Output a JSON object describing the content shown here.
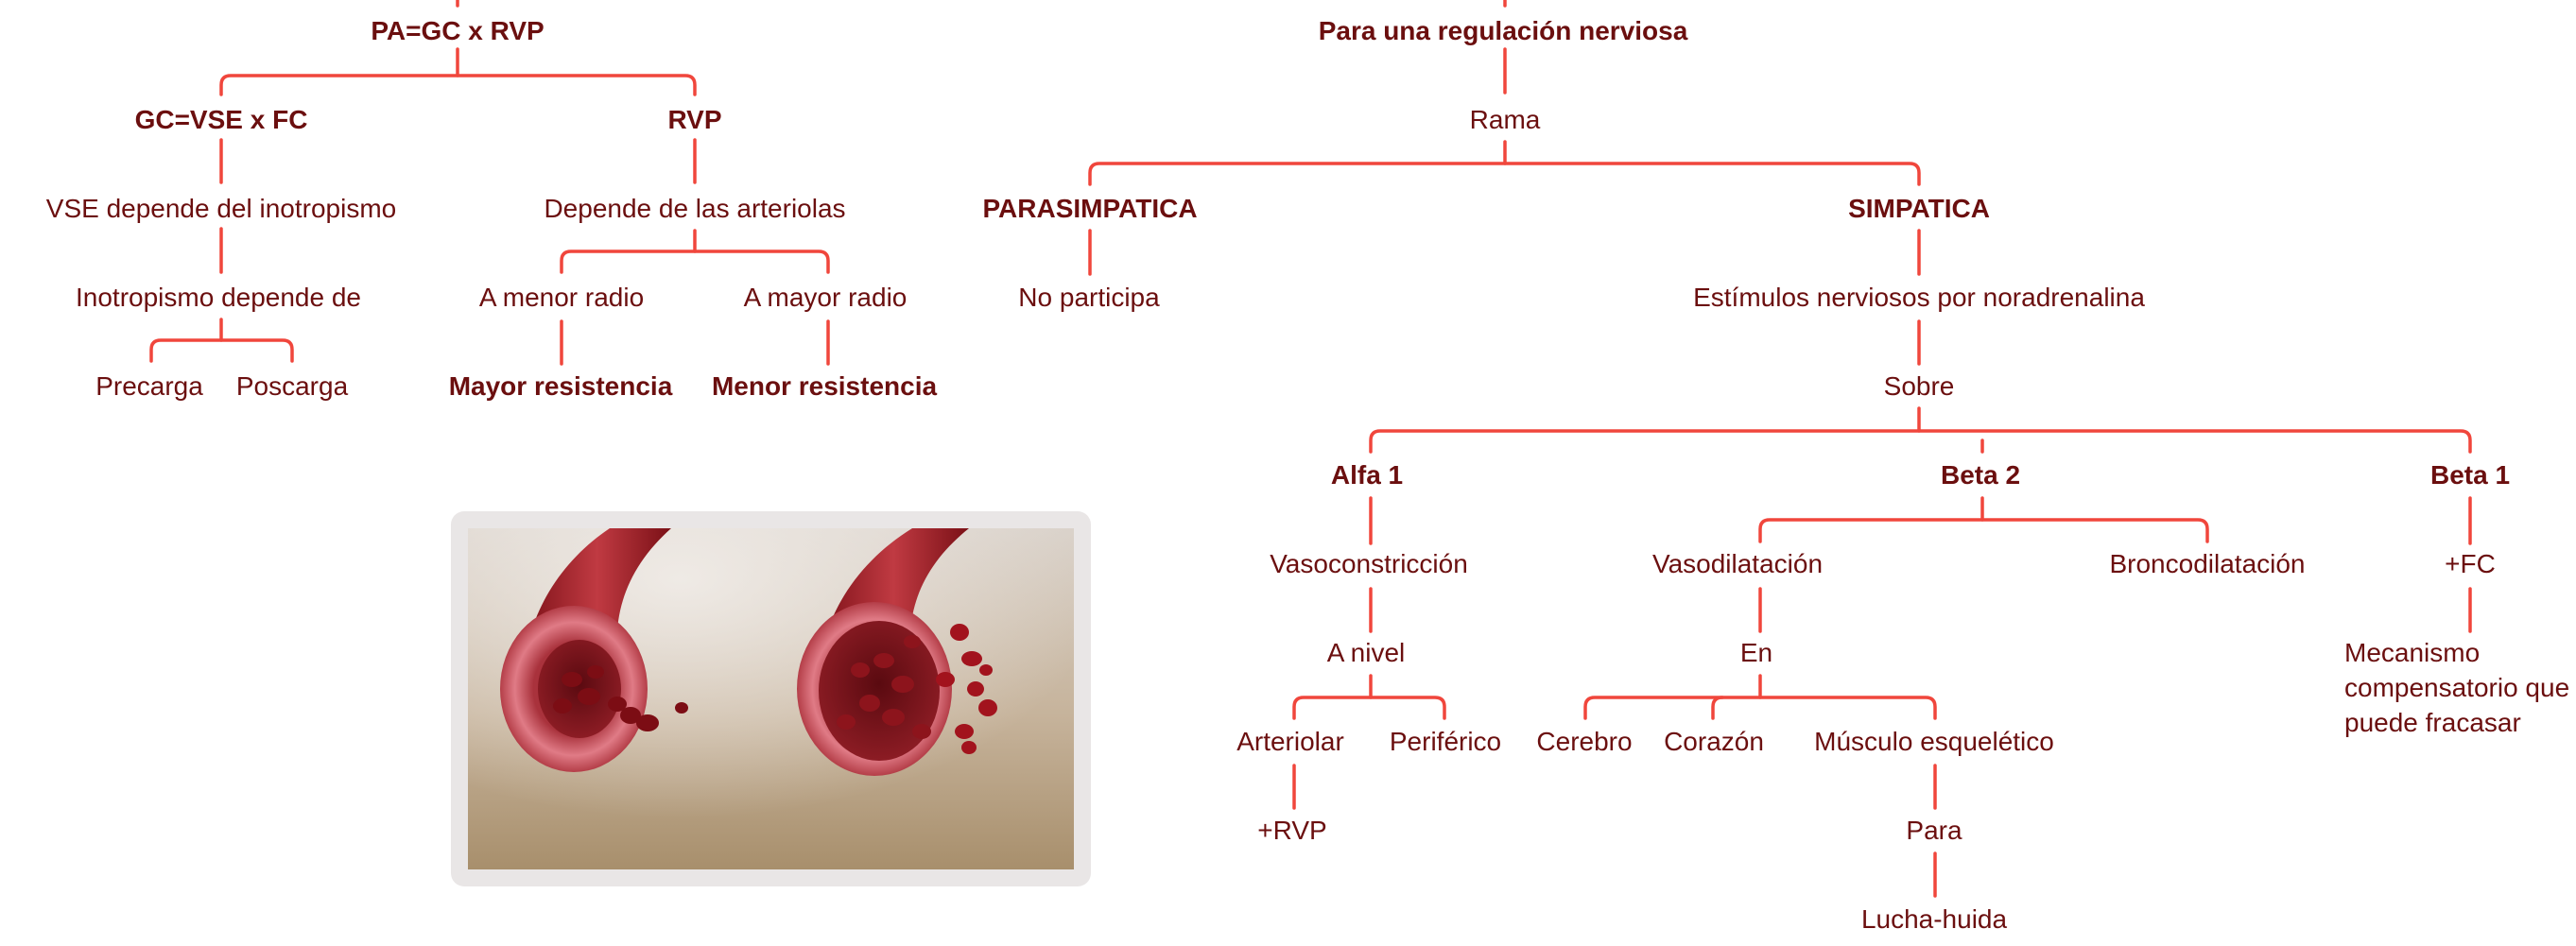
{
  "colors": {
    "line": "#f0463c",
    "text": "#6b0f0f"
  },
  "nodes": {
    "pa": "PA=GC x RVP",
    "gc": "GC=VSE x FC",
    "rvp": "RVP",
    "vse": "VSE depende del inotropismo",
    "ino": "Inotropismo depende de",
    "precarga": "Precarga",
    "poscarga": "Poscarga",
    "depende_arteriolas": "Depende de las arteriolas",
    "menor_radio": "A menor radio",
    "mayor_radio": "A mayor radio",
    "mayor_res": "Mayor resistencia",
    "menor_res": "Menor resistencia",
    "regulacion": "Para una regulación nerviosa",
    "rama": "Rama",
    "parasimpatica": "PARASIMPATICA",
    "simpatica": "SIMPATICA",
    "no_participa": "No participa",
    "estimulos": "Estímulos nerviosos por noradrenalina",
    "sobre": "Sobre",
    "alfa1": "Alfa 1",
    "beta2": "Beta 2",
    "beta1": "Beta 1",
    "vasoconstriccion": "Vasoconstricción",
    "vasodilatacion": "Vasodilatación",
    "broncodilatacion": "Broncodilatación",
    "fc": "+FC",
    "a_nivel": "A nivel",
    "en": "En",
    "mecanismo": "Mecanismo compensatorio que puede fracasar",
    "arteriolar": "Arteriolar",
    "periferico": "Periférico",
    "cerebro": "Cerebro",
    "corazon": "Corazón",
    "musculo": "Músculo esquelético",
    "rvp2": "+RVP",
    "para": "Para",
    "lucha": "Lucha-huida"
  }
}
